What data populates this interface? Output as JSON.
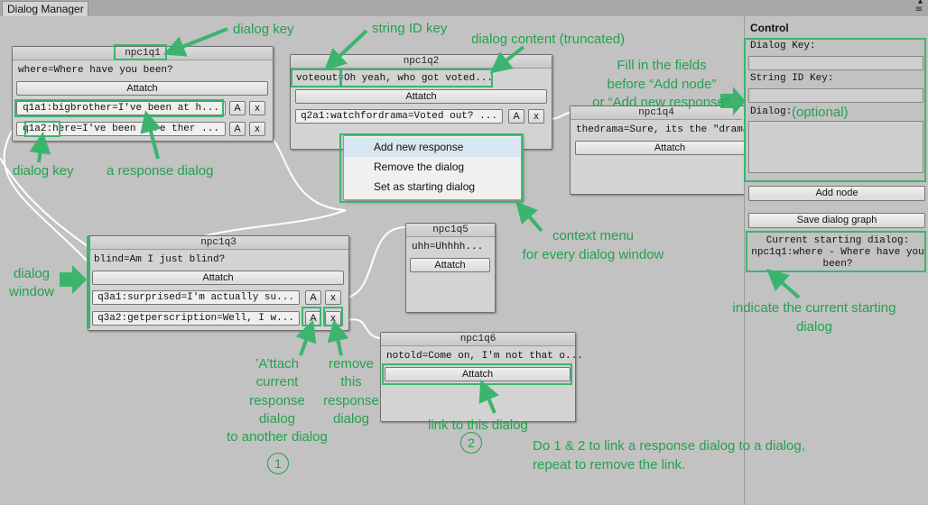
{
  "window": {
    "tab_title": "Dialog Manager"
  },
  "nodes": {
    "npc1q1": {
      "title": "npc1q1",
      "text": "where=Where have you been?",
      "attach": "Attatch",
      "responses": [
        {
          "label": "q1a1:bigbrother=I've been at h...",
          "a": "A",
          "x": "x"
        },
        {
          "label": "q1a2:here=I've been here ther ...",
          "a": "A",
          "x": "x"
        }
      ]
    },
    "npc1q2": {
      "title": "npc1q2",
      "key": "voteout=",
      "text": "Oh yeah, who got voted...",
      "attach": "Attatch",
      "responses": [
        {
          "label": "q2a1:watchfordrama=Voted out? ...",
          "a": "A",
          "x": "x"
        }
      ]
    },
    "npc1q4": {
      "title": "npc1q4",
      "text": "thedrama=Sure, its the \"drama",
      "attach": "Attatch"
    },
    "npc1q3": {
      "title": "npc1q3",
      "text": "blind=Am I just blind?",
      "attach": "Attatch",
      "responses": [
        {
          "label": "q3a1:surprised=I'm actually su...",
          "a": "A",
          "x": "x"
        },
        {
          "label": "q3a2:getperscription=Well, I w...",
          "a": "A",
          "x": "x"
        }
      ]
    },
    "npc1q5": {
      "title": "npc1q5",
      "text": "uhh=Uhhhh...",
      "attach": "Attatch"
    },
    "npc1q6": {
      "title": "npc1q6",
      "text": "notold=Come on, I'm not that o...",
      "attach": "Attatch"
    }
  },
  "context_menu": {
    "items": [
      "Add new response",
      "Remove the dialog",
      "Set as starting dialog"
    ]
  },
  "panel": {
    "title": "Control",
    "dialog_key_label": "Dialog Key:",
    "string_id_label": "String ID Key:",
    "dialog_label": "Dialog:",
    "add_node": "Add node",
    "save_graph": "Save dialog graph",
    "starting_dialog_label": "Current starting dialog:",
    "starting_dialog_value": "npc1q1:where - Where have you been?"
  },
  "annotations": {
    "dialog_key_top": "dialog key",
    "string_id_key": "string ID key",
    "dialog_content": "dialog content (truncated)",
    "fill_fields_1": "Fill in the fields",
    "fill_fields_2": "before “Add node”",
    "fill_fields_3": "or “Add new response”",
    "optional": "(optional)",
    "dialog_key_bottom": "dialog key",
    "response_dialog": "a response dialog",
    "dialog_window_1": "dialog",
    "dialog_window_2": "window",
    "context_menu_1": "context menu",
    "context_menu_2": "for every dialog window",
    "indicate_1": "indicate the current starting",
    "indicate_2": "dialog",
    "attach_1": "’A’ttach",
    "attach_2": "current",
    "attach_3": "response",
    "attach_4": "dialog",
    "attach_5": "to another dialog",
    "remove_1": "remove",
    "remove_2": "this",
    "remove_3": "response",
    "remove_4": "dialog",
    "link_to_dialog": "link to this dialog",
    "step_1": "1",
    "step_2": "2",
    "instruction_1": "Do 1 & 2 to link a response dialog to a dialog,",
    "instruction_2": "repeat to remove the link."
  },
  "colors": {
    "annotation": "#23a24d",
    "highlight": "#3cb46e",
    "wire": "#ffffff"
  }
}
